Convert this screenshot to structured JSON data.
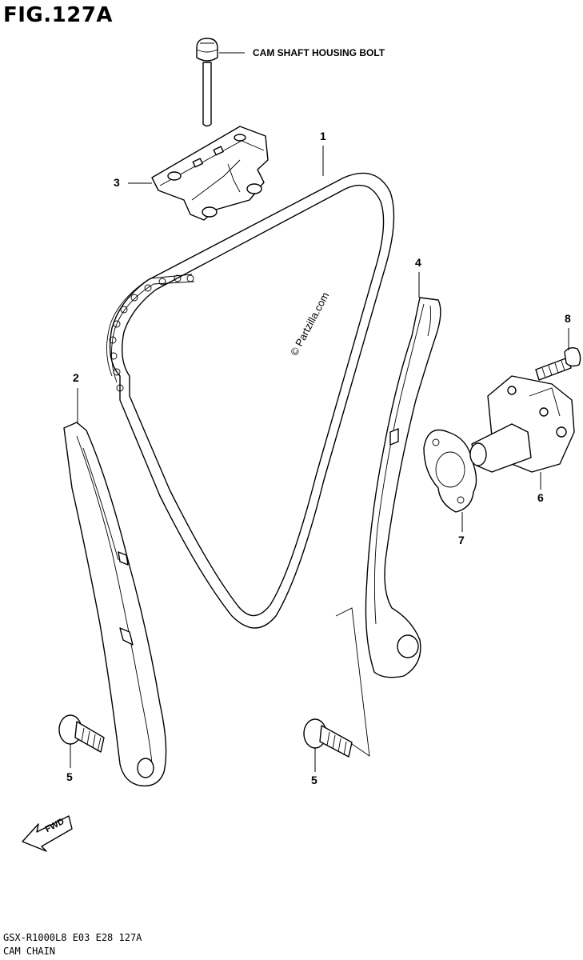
{
  "figure": {
    "title": "FIG.127A",
    "watermark": "© Partzilla.com"
  },
  "parts": [
    {
      "number": "1"
    },
    {
      "number": "2"
    },
    {
      "number": "3"
    },
    {
      "number": "4"
    },
    {
      "number": "5"
    },
    {
      "number": "5"
    },
    {
      "number": "6"
    },
    {
      "number": "7"
    },
    {
      "number": "8"
    }
  ],
  "labels": {
    "cam_shaft_housing_bolt": "CAM SHAFT HOUSING BOLT"
  },
  "fwd_arrow": {
    "text": "FWD"
  },
  "footer": {
    "model_code": "GSX-R1000L8 E03 E28 127A",
    "section_name": "CAM CHAIN"
  }
}
